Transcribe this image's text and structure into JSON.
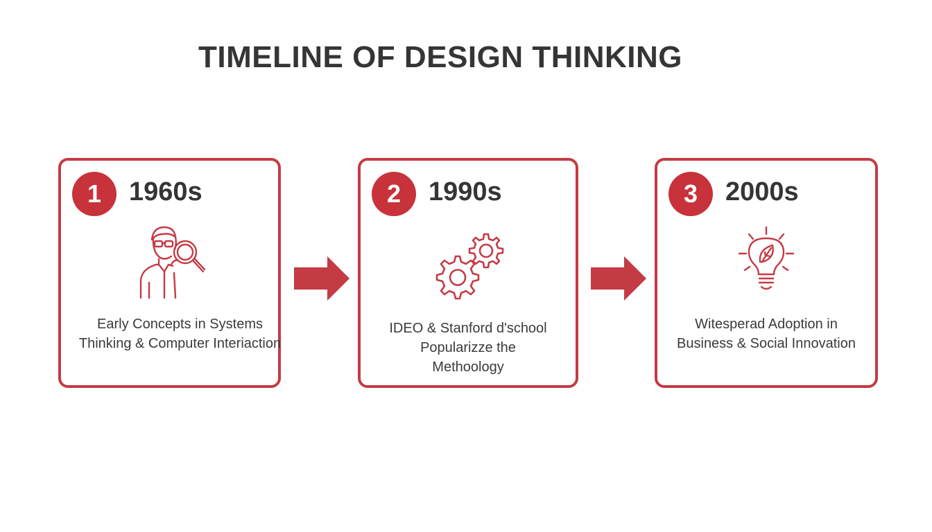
{
  "title": "TIMELINE OF DESIGN THINKING",
  "accent_color": "#c43b44",
  "steps": [
    {
      "number": "1",
      "year": "1960s",
      "icon": "person-magnifier-icon",
      "description": "Early Concepts in Systems\nThinking & Computer Interiaction"
    },
    {
      "number": "2",
      "year": "1990s",
      "icon": "gears-icon",
      "description": "IDEO & Stanford d'school\nPopularizze the\nMethoology"
    },
    {
      "number": "3",
      "year": "2000s",
      "icon": "lightbulb-leaf-icon",
      "description": "Witesperad Adoption in\nBusiness & Social Innovation"
    }
  ]
}
